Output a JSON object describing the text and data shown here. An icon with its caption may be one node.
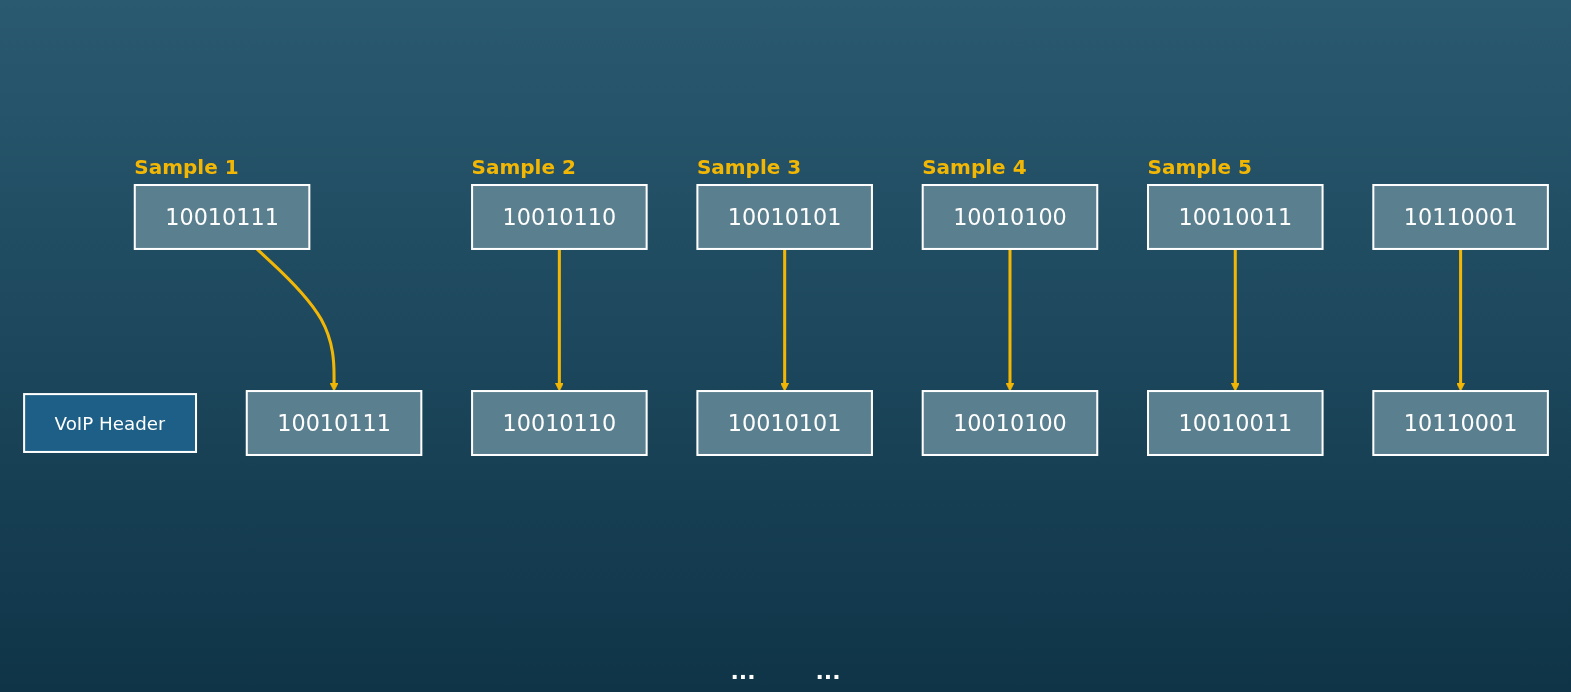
{
  "diagram": {
    "nodes": [
      {
        "text": [
          "10010111"
        ],
        "beside": [
          "Sample 1"
        ]
      },
      {
        "text": [
          "10010110"
        ],
        "beside": [
          "Sample 2"
        ]
      },
      {
        "text": [
          "10010101"
        ],
        "beside": [
          "Sample 3"
        ]
      },
      {
        "text": [
          "10010100"
        ],
        "beside": [
          "Sample 4"
        ]
      },
      {
        "text": [
          "10010011"
        ],
        "beside": [
          "Sample 5"
        ]
      },
      {
        "text": [
          "10110001"
        ]
      },
      {
        "text": [
          "VoIP Header"
        ]
      },
      {
        "text": [
          "10010111"
        ]
      },
      {
        "text": [
          "10010110"
        ]
      },
      {
        "text": [
          "10010101"
        ]
      },
      {
        "text": [
          "10010100"
        ]
      },
      {
        "text": [
          "10010011"
        ]
      },
      {
        "text": [
          "10110001"
        ]
      }
    ],
    "edges": [
      {
        "from": 0,
        "to": 7,
        "arrow": "to"
      },
      {
        "from": 1,
        "to": 8,
        "arrow": "to"
      },
      {
        "from": 2,
        "to": 9,
        "arrow": "to"
      },
      {
        "from": 3,
        "to": 10,
        "arrow": "to"
      },
      {
        "from": 4,
        "to": 11,
        "arrow": "to"
      },
      {
        "from": 5,
        "to": 12,
        "arrow": "to"
      }
    ],
    "labels": [
      "...",
      "..."
    ]
  }
}
